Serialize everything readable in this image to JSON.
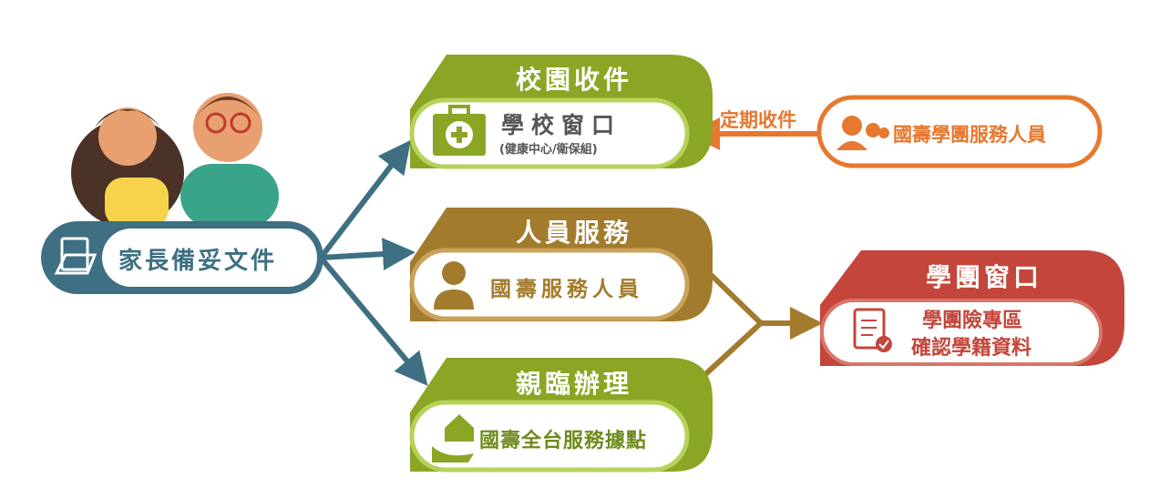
{
  "parent": {
    "label": "家長備妥文件",
    "icon": "folder-document-icon"
  },
  "cards": [
    {
      "title": "校園收件",
      "main": "學校窗口",
      "sub": "(健康中心/衛保組)",
      "icon": "first-aid-kit-icon",
      "color": "#8aa624"
    },
    {
      "title": "人員服務",
      "main": "國壽服務人員",
      "icon": "phone-agent-icon",
      "color": "#a37b2c"
    },
    {
      "title": "親臨辦理",
      "main": "國壽全台服務據點",
      "icon": "house-hand-icon",
      "color": "#8aa624"
    }
  ],
  "collector": {
    "label": "國壽學團服務人員",
    "arrow_label": "定期收件",
    "icon": "staff-group-icon",
    "color": "#e6782f"
  },
  "destination": {
    "title": "學團窗口",
    "line1": "學團險專區",
    "line2": "確認學籍資料",
    "icon": "clipboard-check-icon",
    "color": "#c4463a"
  }
}
